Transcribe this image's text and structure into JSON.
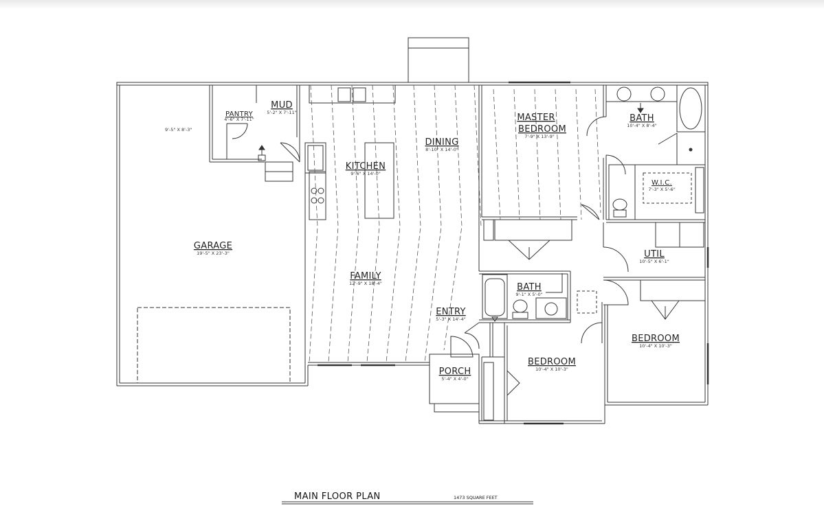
{
  "plan": {
    "title": "MAIN FLOOR PLAN",
    "square_feet": "1473 SQUARE FEET",
    "rooms": {
      "garage": {
        "name": "GARAGE",
        "dim": "19'-5\" X 23'-3\""
      },
      "garage_storage": {
        "dim": "9'-5\" X 8'-3\""
      },
      "mud": {
        "name": "MUD",
        "dim": "5'-2\" X 7'-11\""
      },
      "pantry": {
        "name": "PANTRY",
        "dim": "4'-6\" X 7'-11\""
      },
      "kitchen": {
        "name": "KITCHEN",
        "dim": "9'-6\" X 14'-0\""
      },
      "dining": {
        "name": "DINING",
        "dim": "8'-10\" X 14'-0\""
      },
      "family": {
        "name": "FAMILY",
        "dim": "12'-9\" X 18'-4\""
      },
      "entry": {
        "name": "ENTRY",
        "dim": "5'-3\" X 14'-4\""
      },
      "porch": {
        "name": "PORCH",
        "dim": "5'-4\" X 4'-0\""
      },
      "master_bedroom": {
        "name1": "MASTER",
        "name2": "BEDROOM",
        "dim": "7'-9\" X 13'-9\""
      },
      "master_bath": {
        "name": "BATH",
        "dim": "10'-4\" X 8'-4\""
      },
      "wic": {
        "name": "W.I.C.",
        "dim": "7'-3\" X 5'-6\""
      },
      "util": {
        "name": "UTIL",
        "dim": "10'-5\" X 6'-1\""
      },
      "bath2": {
        "name": "BATH",
        "dim": "9'-1\" X 5'-0\""
      },
      "bedroom2": {
        "name": "BEDROOM",
        "dim": "10'-4\" X 10'-3\""
      },
      "bedroom3": {
        "name": "BEDROOM",
        "dim": "10'-4\" X 10'-3\""
      }
    }
  }
}
